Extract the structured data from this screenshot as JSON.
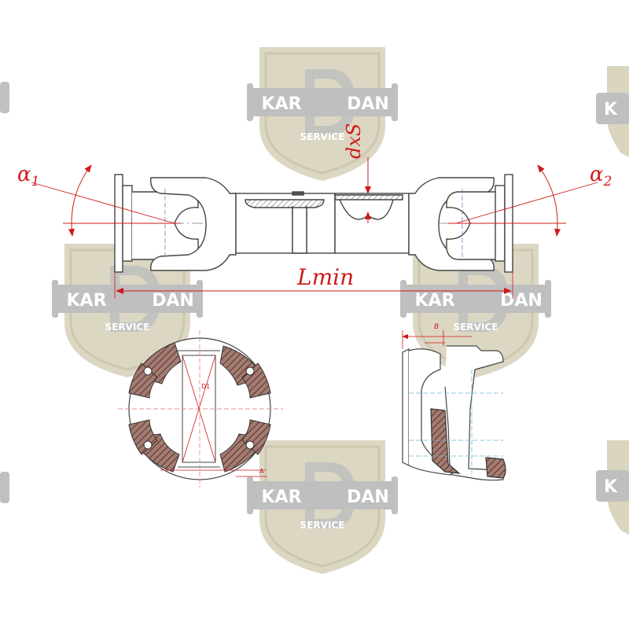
{
  "watermark": {
    "brand_left": "KAR",
    "brand_right": "DAN",
    "tagline": "SERVICE",
    "badge_color": "#d7d1b9",
    "bar_color": "#b9b9b9",
    "text_color": "#ffffff"
  },
  "drawing": {
    "line_color": "#444444",
    "dimension_color": "#d01a1a",
    "hatch_color": "#8b5a50"
  },
  "dimensions": {
    "alpha1": {
      "symbol": "α",
      "sub": "1"
    },
    "alpha2": {
      "symbol": "α",
      "sub": "2"
    },
    "lmin": "Lmin",
    "dxs": "dxS",
    "b": "B",
    "d1": "D1",
    "a": "A"
  }
}
